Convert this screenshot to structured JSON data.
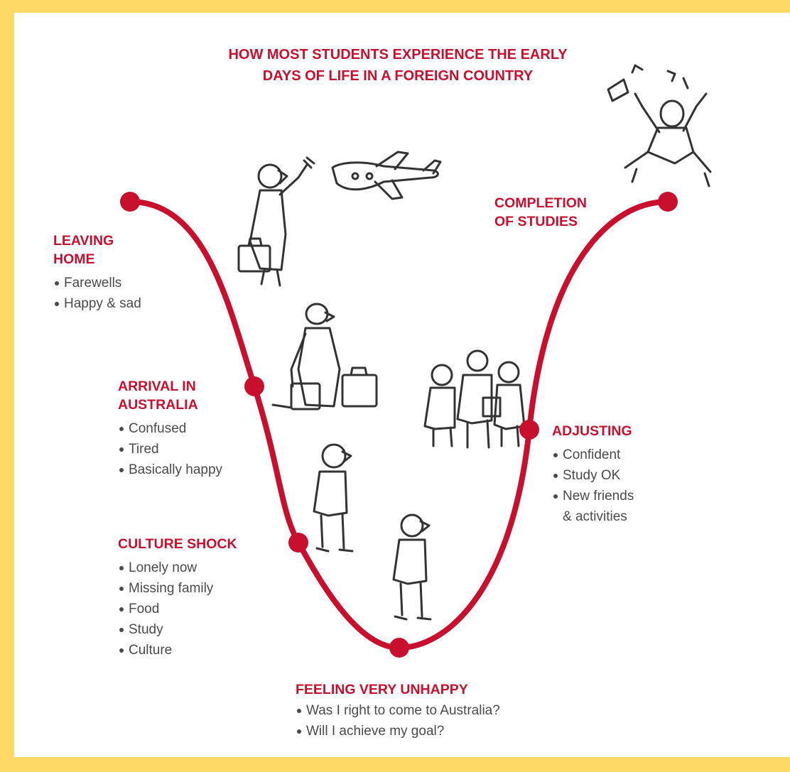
{
  "title": {
    "lines": [
      "HOW MOST STUDENTS EXPERIENCE THE EARLY",
      "DAYS OF LIFE IN A FOREIGN COUNTRY"
    ]
  },
  "stages": {
    "leaving_home": {
      "heading": [
        "LEAVING",
        "HOME"
      ],
      "bullets": [
        "Farewells",
        "Happy & sad"
      ]
    },
    "arrival": {
      "heading": [
        "ARRIVAL IN",
        "AUSTRALIA"
      ],
      "bullets": [
        "Confused",
        "Tired",
        "Basically happy"
      ]
    },
    "culture_shock": {
      "heading": [
        "CULTURE SHOCK"
      ],
      "bullets": [
        "Lonely now",
        "Missing family",
        "Food",
        "Study",
        "Culture"
      ]
    },
    "feeling_unhappy": {
      "heading": [
        "FEELING VERY UNHAPPY"
      ],
      "bullets": [
        "Was I right to come to Australia?",
        "Will I achieve my goal?"
      ]
    },
    "adjusting": {
      "heading": [
        "ADJUSTING"
      ],
      "bullets": [
        "Confident",
        "Study OK",
        "New friends",
        "& activities"
      ]
    },
    "completion": {
      "heading": [
        "COMPLETION",
        "OF STUDIES"
      ],
      "bullets": []
    }
  },
  "illustrations": [
    "waving-traveler-icon",
    "airplane-icon",
    "tired-traveler-with-luggage-icon",
    "lonely-student-icon",
    "unhappy-student-icon",
    "group-of-friends-icon",
    "celebrating-graduate-icon"
  ],
  "colors": {
    "border": "#ffd966",
    "accent": "#c8102e",
    "text": "#4a4a4a",
    "sketch": "#333333"
  }
}
